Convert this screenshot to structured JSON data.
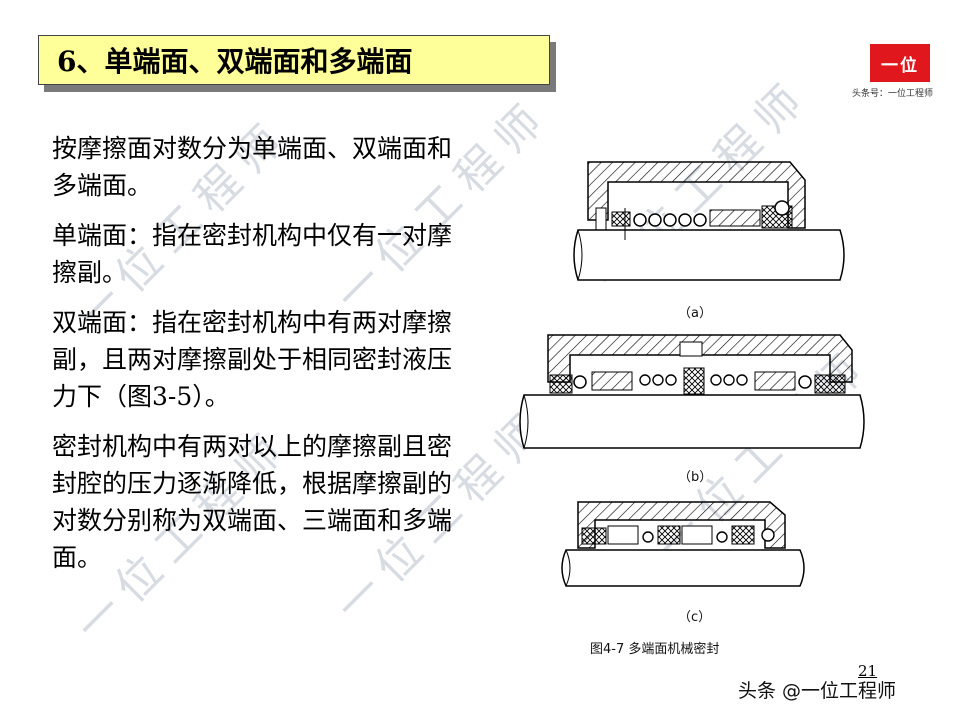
{
  "header": {
    "title": "6、单端面、双端面和多端面",
    "logo_text": "一位",
    "logo_caption": "头条号：一位工程师"
  },
  "content": {
    "paragraphs": [
      "按摩擦面对数分为单端面、双端面和多端面。",
      "单端面：指在密封机构中仅有一对摩擦副。",
      "双端面：指在密封机构中有两对摩擦副，且两对摩擦副处于相同密封液压力下（图3-5）。",
      "密封机构中有两对以上的摩擦副且密封腔的压力逐渐降低，根据摩擦副的对数分别称为双端面、三端面和多端面。"
    ]
  },
  "figure": {
    "label_a": "（a）",
    "label_b": "（b）",
    "label_c": "（c）",
    "caption": "图4-7   多端面机械密封"
  },
  "footer": {
    "page_number": "21",
    "credit": "头条 @一位工程师"
  },
  "watermark": {
    "text": "一位工程师"
  }
}
